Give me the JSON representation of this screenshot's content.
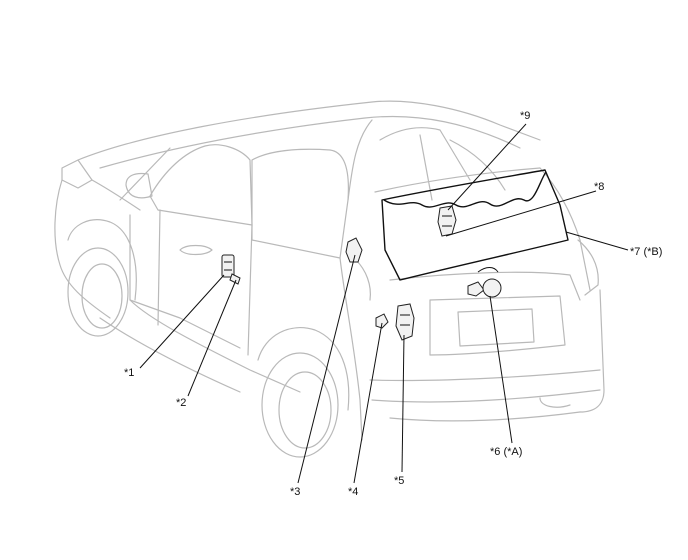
{
  "callouts": [
    {
      "id": "c1",
      "text": "*1"
    },
    {
      "id": "c2",
      "text": "*2"
    },
    {
      "id": "c3",
      "text": "*3"
    },
    {
      "id": "c4",
      "text": "*4"
    },
    {
      "id": "c5",
      "text": "*5"
    },
    {
      "id": "c6",
      "text": "*6 (*A)"
    },
    {
      "id": "c7",
      "text": "*7 (*B)"
    },
    {
      "id": "c8",
      "text": "*8"
    },
    {
      "id": "c9",
      "text": "*9"
    }
  ]
}
